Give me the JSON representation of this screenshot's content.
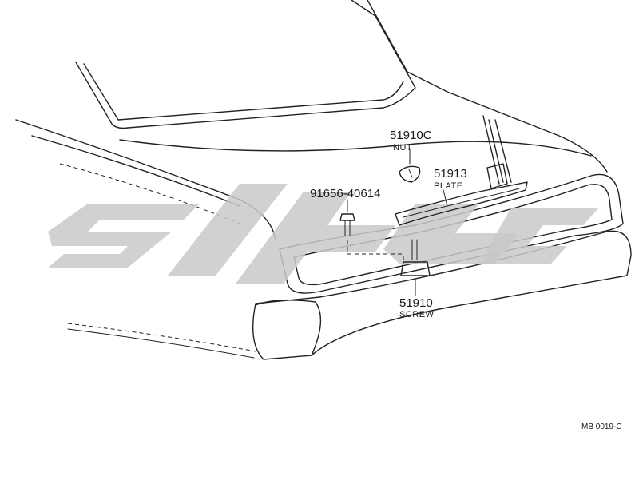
{
  "parts": [
    {
      "number": "51910C",
      "name": "NUT"
    },
    {
      "number": "51913",
      "name": "PLATE"
    },
    {
      "number": "91656-40614",
      "name": ""
    },
    {
      "number": "51910",
      "name": "SCREW"
    }
  ],
  "reference_code": "MB 0019-C",
  "colors": {
    "line": "#222222",
    "watermark": "#c9c9c9",
    "background": "#ffffff"
  }
}
